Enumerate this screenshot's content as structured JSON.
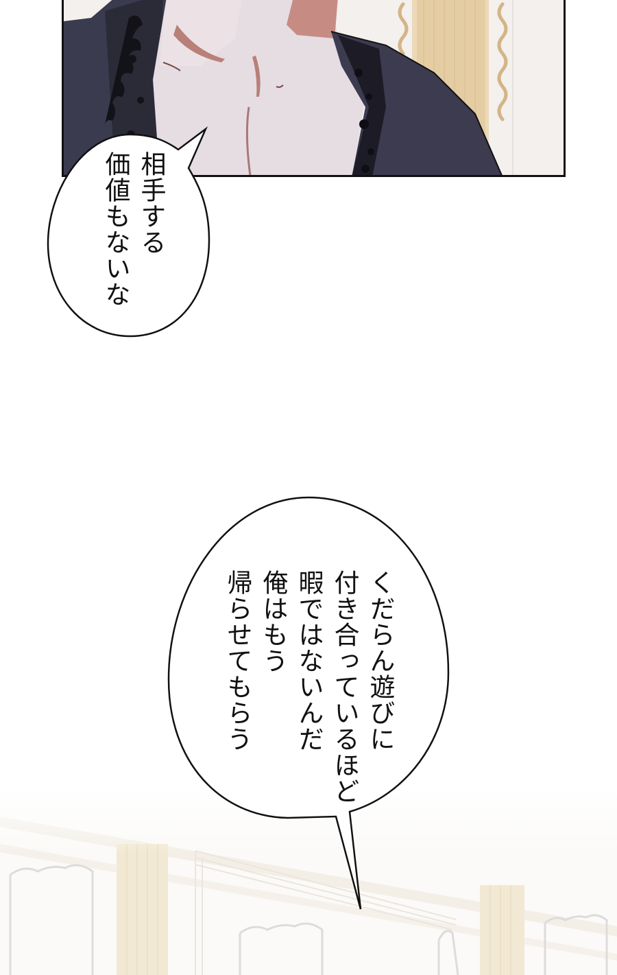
{
  "page": {
    "type": "manga-page",
    "background_color": "#ffffff"
  },
  "panel_top": {
    "description": "Close-up of a man's bare chest in an open dark robe with black filigree trim, ornate gold-and-white wall paneling behind",
    "colors": {
      "robe": "#3a3a4e",
      "robe_trim": "#16161e",
      "skin": "#e9dde2",
      "skin_shadow": "#c98f86",
      "wall": "#f4f1ee",
      "gold": "#d9b98a",
      "border": "#111111"
    }
  },
  "bubbles": [
    {
      "id": "bubble-1",
      "lines": [
        "相手する",
        "価値もないな"
      ]
    },
    {
      "id": "bubble-2",
      "lines": [
        "くだらん遊びに",
        "付き合っているほど",
        "暇ではないんだ",
        "俺はもう",
        "帰らせてもらう"
      ]
    }
  ],
  "background_bottom": {
    "description": "Faded palace interior with ornate white wall panels and gold columns"
  }
}
